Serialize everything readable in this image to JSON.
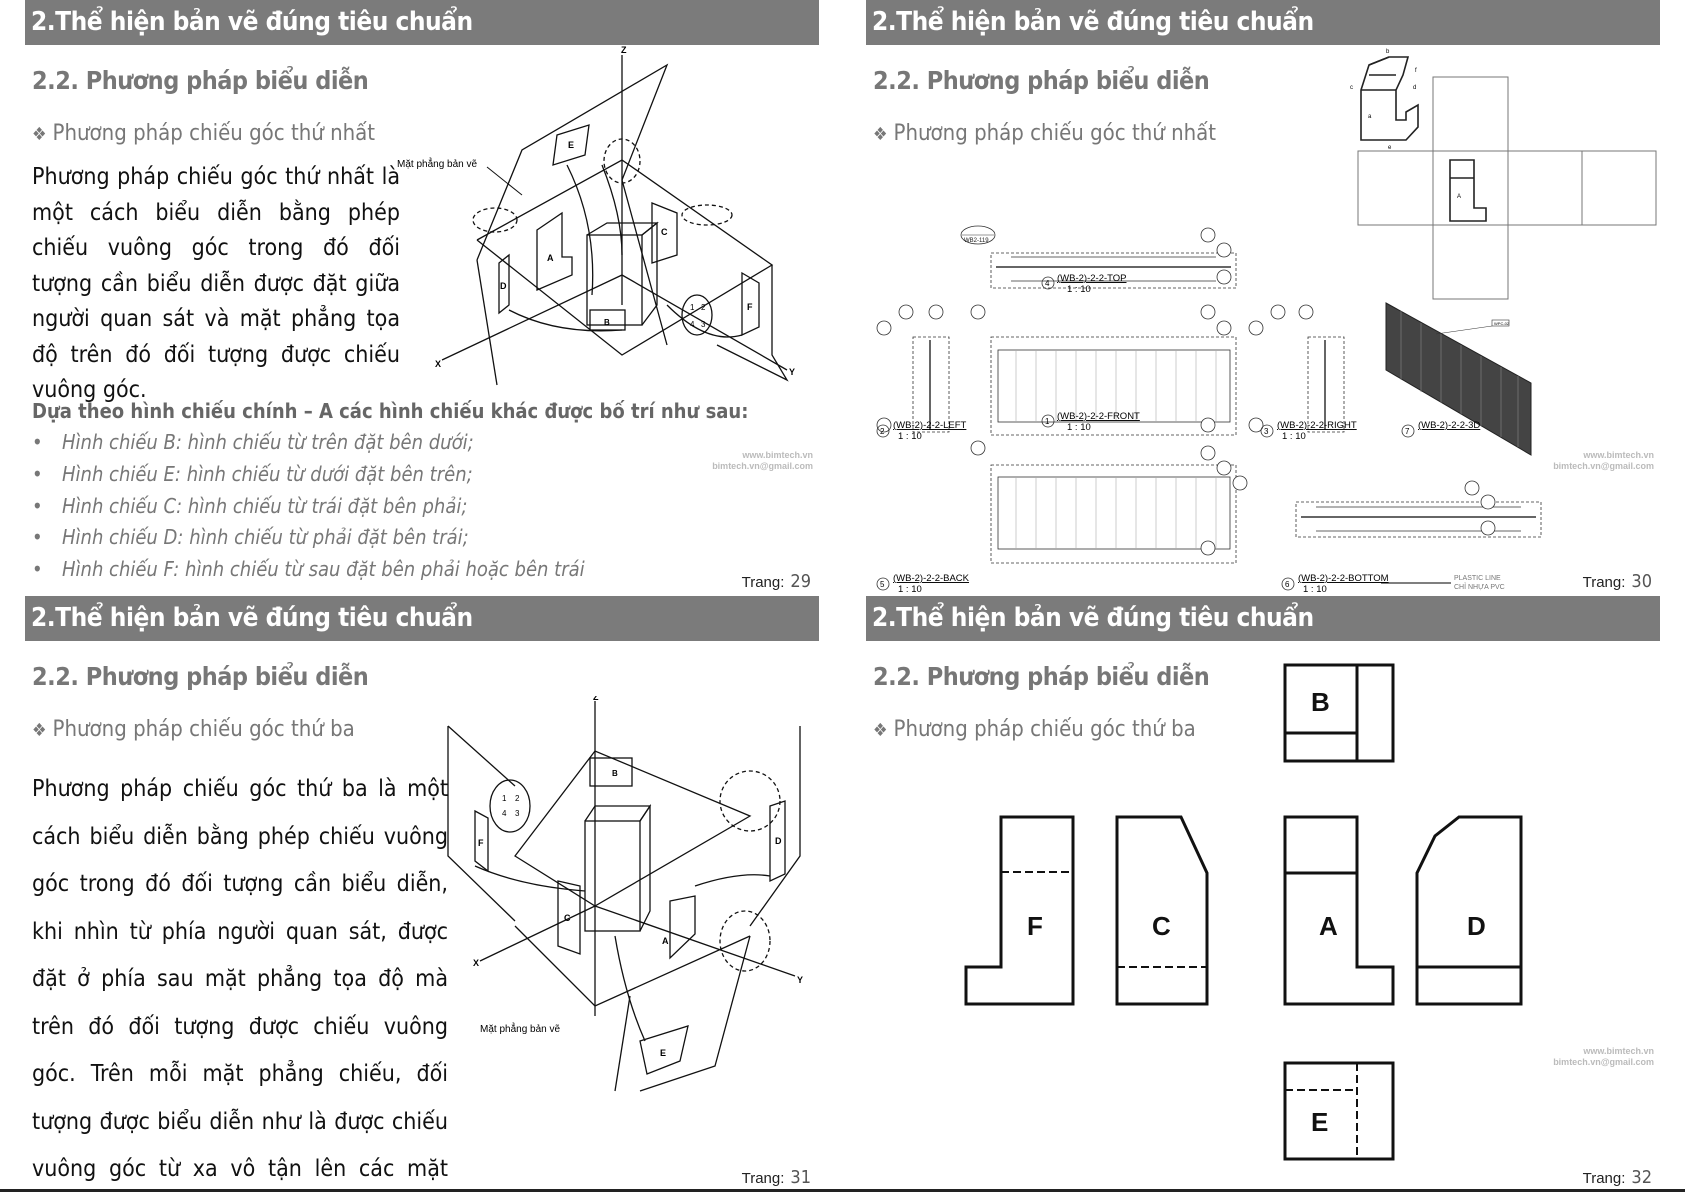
{
  "slides": [
    {
      "page_label": "Trang:",
      "page_number": "29",
      "header": "2.Thể hiện bản vẽ đúng tiêu chuẩn",
      "subtitle": "2.2. Phương pháp biểu diễn",
      "bullet": "Phương pháp chiếu góc thứ nhất",
      "paragraph": "Phương pháp chiếu góc thứ nhất là một cách biểu diễn bằng phép chiếu vuông góc trong đó đối tượng cần biểu diễn được đặt giữa người quan sát và mặt phẳng tọa độ trên đó đối tượng được chiếu vuông góc.",
      "lead": "Dựa theo hình chiếu chính – A các hình chiếu khác được bố trí như sau:",
      "list": [
        "Hình chiếu B: hình chiếu từ trên đặt bên dưới;",
        "Hình chiếu E: hình chiếu từ dưới đặt bên trên;",
        "Hình chiếu C: hình chiếu từ trái đặt bên phải;",
        "Hình chiếu D: hình chiếu từ phải đặt bên trái;",
        "Hình chiếu F: hình chiếu từ sau đặt bên phải hoặc bên trái"
      ],
      "figure": {
        "plane_label": "Mặt phẳng bản vẽ",
        "axes": [
          "Z",
          "X",
          "Y"
        ],
        "views": [
          "A",
          "B",
          "C",
          "D",
          "E",
          "F"
        ],
        "quadrants": [
          "1",
          "2",
          "3",
          "4"
        ]
      },
      "watermark": [
        "www.bimtech.vn",
        "bimtech.vn@gmail.com"
      ]
    },
    {
      "page_label": "Trang:",
      "page_number": "30",
      "header": "2.Thể hiện bản vẽ đúng tiêu chuẩn",
      "subtitle": "2.2. Phương pháp biểu diễn",
      "bullet": "Phương pháp chiếu góc thứ nhất",
      "iso_labels": [
        "b",
        "c",
        "d",
        "f",
        "a",
        "e"
      ],
      "grid_view_label": "A",
      "drawings": [
        {
          "num": "4",
          "title": "(WB-2)-2-2-TOP",
          "scale": "1 : 10"
        },
        {
          "num": "2",
          "title": "(WB-2)-2-2-LEFT",
          "scale": "1 : 10"
        },
        {
          "num": "1",
          "title": "(WB-2)-2-2-FRONT",
          "scale": "1 : 10"
        },
        {
          "num": "3",
          "title": "(WB-2)-2-2-RIGHT",
          "scale": "1 : 10"
        },
        {
          "num": "7",
          "title": "(WB-2)-2-2-3D",
          "scale": ""
        },
        {
          "num": "5",
          "title": "(WB-2)-2-2-BACK",
          "scale": "1 : 10"
        },
        {
          "num": "6",
          "title": "(WB-2)-2-2-BOTTOM",
          "scale": "1 : 10"
        }
      ],
      "section_tag": "WB2-119",
      "material_tag": "WPC-02",
      "note_lines": [
        "PLASTIC LINE",
        "CHỈ NHỰA PVC"
      ],
      "watermark": [
        "www.bimtech.vn",
        "bimtech.vn@gmail.com"
      ]
    },
    {
      "page_label": "Trang:",
      "page_number": "31",
      "header": "2.Thể hiện bản vẽ đúng tiêu chuẩn",
      "subtitle": "2.2. Phương pháp biểu diễn",
      "bullet": "Phương pháp chiếu góc thứ ba",
      "paragraph": "Phương pháp chiếu góc thứ ba là một cách biểu diễn bằng phép chiếu vuông góc trong đó đối tượng cần biểu diễn, khi nhìn từ phía người quan sát, được đặt ở phía sau mặt phẳng tọa độ mà trên đó đối tượng được chiếu vuông góc. Trên mỗi mặt phẳng chiếu, đối tượng được biểu diễn như là được chiếu vuông góc từ xa vô tận lên các mặt phẳng chiếu trong suốt.",
      "figure": {
        "plane_label": "Mặt phẳng bản vẽ",
        "axes": [
          "Z",
          "X",
          "Y"
        ],
        "views": [
          "A",
          "B",
          "C",
          "D",
          "E",
          "F"
        ],
        "quadrants": [
          "1",
          "2",
          "3",
          "4"
        ]
      }
    },
    {
      "page_label": "Trang:",
      "page_number": "32",
      "header": "2.Thể hiện bản vẽ đúng tiêu chuẩn",
      "subtitle": "2.2. Phương pháp biểu diễn",
      "bullet": "Phương pháp chiếu góc thứ ba",
      "views": [
        "B",
        "F",
        "C",
        "A",
        "D",
        "E"
      ],
      "watermark": [
        "www.bimtech.vn",
        "bimtech.vn@gmail.com"
      ]
    }
  ],
  "colors": {
    "header_bg": "#7b7b7b",
    "header_text": "#ffffff",
    "subtitle": "#777777",
    "body": "#111111"
  }
}
